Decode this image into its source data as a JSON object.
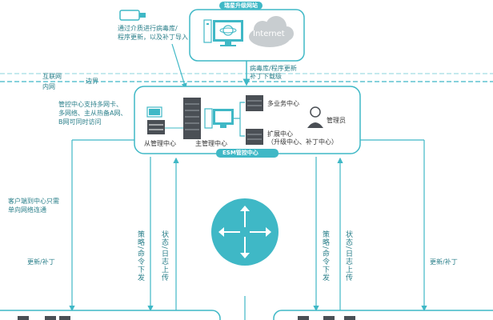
{
  "top_box": {
    "tag": "瑞星升级网站",
    "cloud": "Internet"
  },
  "usb_note": {
    "line1": "通过介质进行病毒库/",
    "line2": "程序更新，以及补丁导入"
  },
  "download_note": {
    "line1": "病毒库/程序更新",
    "line2": "补丁下载级"
  },
  "zone": {
    "internet": "互联网",
    "intranet": "内网",
    "boundary": "边界"
  },
  "multi_nic_note": {
    "line1": "管控中心支持多网卡、",
    "line2": "多网络、主从热备A网、",
    "line3": "B网可同时访问"
  },
  "esm_box": {
    "tag": "ESM管控中心",
    "slave": "从管理中心",
    "master": "主管理中心",
    "business": "多业务中心",
    "extension_line1": "扩展中心",
    "extension_line2": "（升级中心、补丁中心）",
    "admin": "管理员"
  },
  "client_note": {
    "line1": "客户端到中心只需",
    "line2": "单向网络连通"
  },
  "side_labels": {
    "update_left": "更新/补丁",
    "update_right": "更新/补丁",
    "policy_left": "策略/命令下发",
    "status_left": "状态/日志上传",
    "policy_right": "策略/命令下发",
    "status_right": "状态/日志上传"
  },
  "colors": {
    "accent": "#3fb8c6",
    "text": "#2a7f8a",
    "cloud": "#c8cdd0",
    "server": "#4a4f55"
  }
}
